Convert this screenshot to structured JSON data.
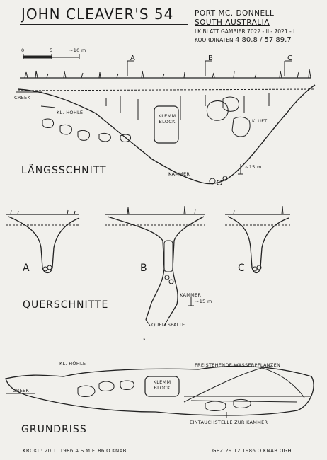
{
  "header": {
    "title": "JOHN CLEAVER'S 54",
    "location_line1": "PORT MC. DONNELL",
    "location_line2": "SOUTH AUSTRALIA",
    "map_sheet": "LK BLATT GAMBIER 7022 - II - 7021 - I",
    "coord_label": "KOORDINATEN",
    "coord_value": "4 80.8 / 57 89.7"
  },
  "scale_bar": {
    "labels": [
      "0",
      "5",
      "~10 m"
    ]
  },
  "longitudinal_section": {
    "title": "LÄNGSSCHNITT",
    "markers": [
      "A",
      "B",
      "C"
    ],
    "labels": {
      "creek": "CREEK",
      "small_cave": "KL. HÖHLE",
      "block": "KLEMM BLOCK",
      "fissure": "KLUFT",
      "chamber": "KAMMER",
      "depth": "~15 m"
    }
  },
  "cross_sections": {
    "title": "QUERSCHNITTE",
    "labels": [
      "A",
      "B",
      "C"
    ],
    "chamber": "KAMMER",
    "depth": "~15 m",
    "spring": "QUELLSPALTE",
    "unknown": "?"
  },
  "plan": {
    "title": "GRUNDRISS",
    "small_cave": "KL. HÖHLE",
    "creek": "CREEK",
    "block": "KLEMM BLOCK",
    "plants": "FREISTEHENDE WASSERPFLANZEN",
    "dive_point": "EINTAUCHSTELLE ZUR KAMMER"
  },
  "footer": {
    "left": "KROKI : 20.1. 1986    A.S.M.F. 86    O.KNAB",
    "right": "GEZ   29.12.1986   O.KNAB   OGH"
  }
}
